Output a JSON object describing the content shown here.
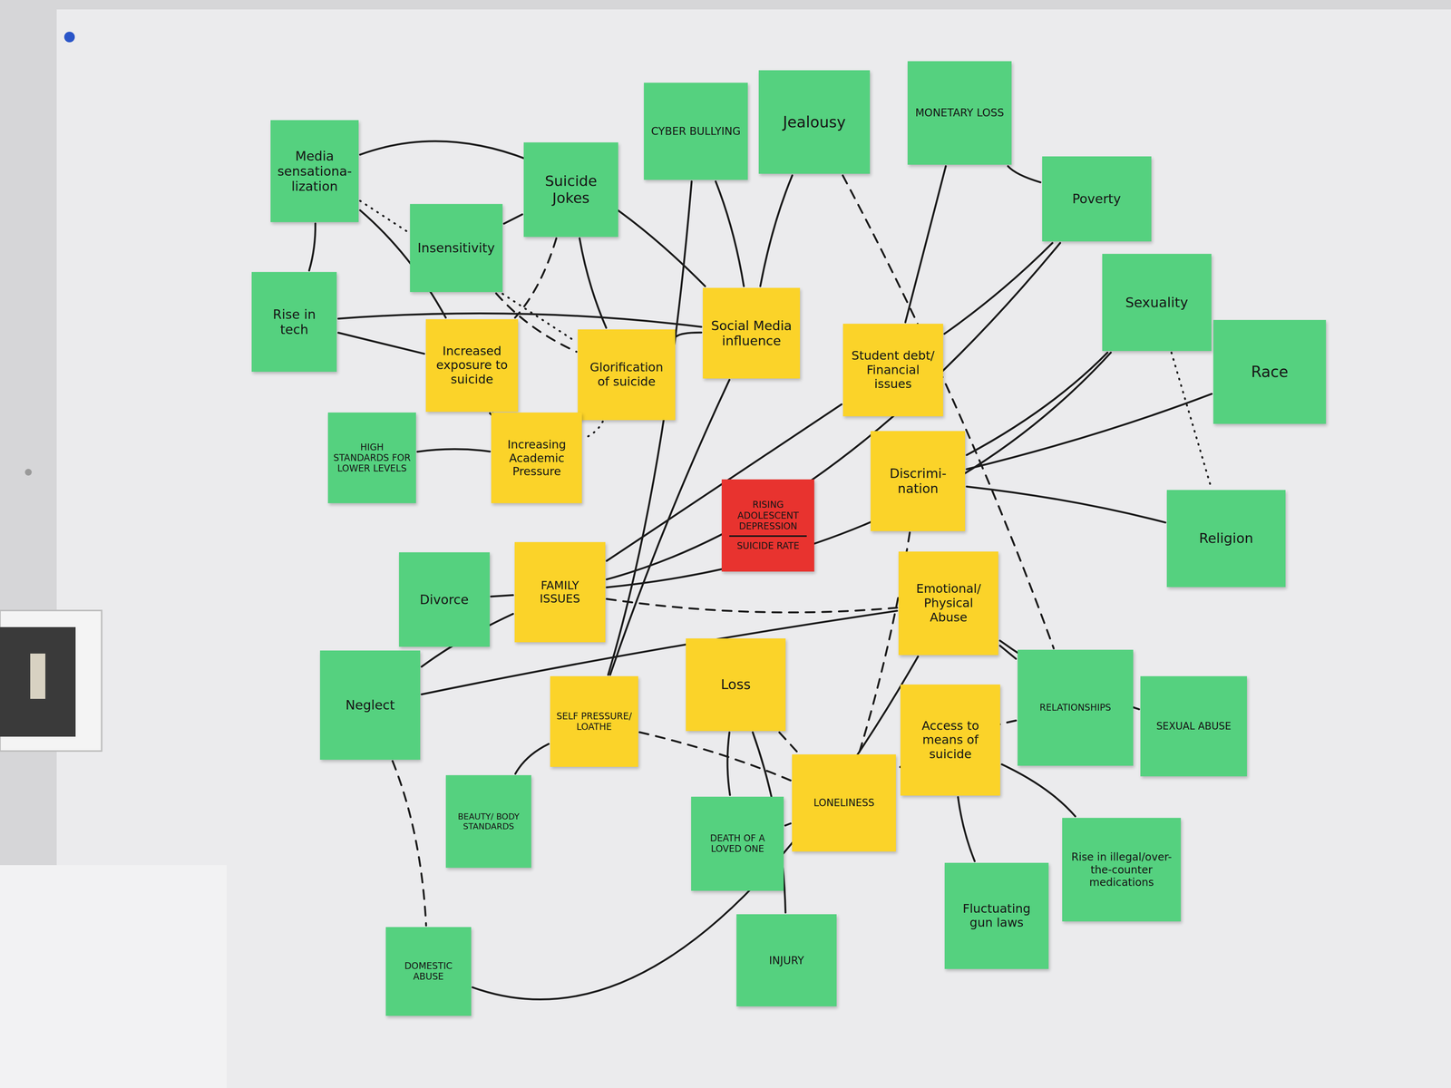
{
  "diagram": {
    "nodes": [
      {
        "text": [
          "Media sensationa- lization"
        ]
      },
      {
        "text": [
          "CYBER BULLYING"
        ]
      },
      {
        "text": [
          "Jealousy"
        ]
      },
      {
        "text": [
          "MONETARY LOSS"
        ]
      },
      {
        "text": [
          "Suicide Jokes"
        ]
      },
      {
        "text": [
          "Poverty"
        ]
      },
      {
        "text": [
          "Insensitivity"
        ]
      },
      {
        "text": [
          "Sexuality"
        ]
      },
      {
        "text": [
          "Rise in tech"
        ]
      },
      {
        "text": [
          "Social Media influence"
        ]
      },
      {
        "text": [
          "Increased exposure to suicide"
        ]
      },
      {
        "text": [
          "Student debt/ Financial issues"
        ]
      },
      {
        "text": [
          "Race"
        ]
      },
      {
        "text": [
          "Glorification of suicide"
        ]
      },
      {
        "text": [
          "HIGH STANDARDS FOR LOWER LEVELS"
        ]
      },
      {
        "text": [
          "Increasing Academic Pressure"
        ]
      },
      {
        "text": [
          "Discrimi- nation"
        ]
      },
      {
        "text": [
          "RISING ADOLESCENT DEPRESSION",
          "SUICIDE RATE"
        ]
      },
      {
        "text": [
          "Religion"
        ]
      },
      {
        "text": [
          "FAMILY ISSUES"
        ]
      },
      {
        "text": [
          "Divorce"
        ]
      },
      {
        "text": [
          "Emotional/ Physical Abuse"
        ]
      },
      {
        "text": [
          "Loss"
        ]
      },
      {
        "text": [
          "Neglect"
        ]
      },
      {
        "text": [
          "RELATIONSHIPS"
        ]
      },
      {
        "text": [
          "SELF PRESSURE/ LOATHE"
        ]
      },
      {
        "text": [
          "SEXUAL ABUSE"
        ]
      },
      {
        "text": [
          "Access to means of suicide"
        ]
      },
      {
        "text": [
          "LONELINESS"
        ]
      },
      {
        "text": [
          "BEAUTY/ BODY STANDARDS"
        ]
      },
      {
        "text": [
          "DEATH OF A LOVED ONE"
        ]
      },
      {
        "text": [
          "Rise in illegal/over-the-counter medications"
        ]
      },
      {
        "text": [
          "Fluctuating gun laws"
        ]
      },
      {
        "text": [
          "INJURY"
        ]
      },
      {
        "text": [
          "DOMESTIC ABUSE"
        ]
      }
    ],
    "edges": [
      {
        "from": 0,
        "to": 10,
        "arrow": "none"
      },
      {
        "from": 0,
        "to": 13,
        "arrow": "none"
      },
      {
        "from": 0,
        "to": 9,
        "arrow": "none"
      },
      {
        "from": 0,
        "to": 8,
        "arrow": "none"
      },
      {
        "from": 4,
        "to": 13,
        "arrow": "none"
      },
      {
        "from": 4,
        "to": 10,
        "arrow": "none"
      },
      {
        "from": 6,
        "to": 4,
        "arrow": "none"
      },
      {
        "from": 6,
        "to": 13,
        "arrow": "none"
      },
      {
        "from": 1,
        "to": 9,
        "arrow": "none"
      },
      {
        "from": 2,
        "to": 9,
        "arrow": "none"
      },
      {
        "from": 2,
        "to": 24,
        "arrow": "none"
      },
      {
        "from": 3,
        "to": 11,
        "arrow": "none"
      },
      {
        "from": 3,
        "to": 5,
        "arrow": "none"
      },
      {
        "from": 5,
        "to": 11,
        "arrow": "none"
      },
      {
        "from": 5,
        "to": 19,
        "arrow": "none"
      },
      {
        "from": 7,
        "to": 16,
        "arrow": "none"
      },
      {
        "from": 7,
        "to": 18,
        "arrow": "none"
      },
      {
        "from": 7,
        "to": 19,
        "arrow": "none"
      },
      {
        "from": 12,
        "to": 16,
        "arrow": "none"
      },
      {
        "from": 18,
        "to": 16,
        "arrow": "none"
      },
      {
        "from": 8,
        "to": 9,
        "arrow": "none"
      },
      {
        "from": 8,
        "to": 10,
        "arrow": "none"
      },
      {
        "from": 9,
        "to": 13,
        "arrow": "none"
      },
      {
        "from": 14,
        "to": 15,
        "arrow": "none"
      },
      {
        "from": 10,
        "to": 15,
        "arrow": "none"
      },
      {
        "from": 13,
        "to": 15,
        "arrow": "none"
      },
      {
        "from": 19,
        "to": 20,
        "arrow": "none"
      },
      {
        "from": 19,
        "to": 21,
        "arrow": "none"
      },
      {
        "from": 23,
        "to": 19,
        "arrow": "none"
      },
      {
        "from": 23,
        "to": 21,
        "arrow": "none"
      },
      {
        "from": 23,
        "to": 34,
        "arrow": "none"
      },
      {
        "from": 21,
        "to": 24,
        "arrow": "none"
      },
      {
        "from": 21,
        "to": 26,
        "arrow": "none"
      },
      {
        "from": 34,
        "to": 21,
        "arrow": "none"
      },
      {
        "from": 22,
        "to": 30,
        "arrow": "none"
      },
      {
        "from": 22,
        "to": 33,
        "arrow": "none"
      },
      {
        "from": 22,
        "to": 28,
        "arrow": "none"
      },
      {
        "from": 25,
        "to": 29,
        "arrow": "none"
      },
      {
        "from": 25,
        "to": 28,
        "arrow": "none"
      },
      {
        "from": 27,
        "to": 32,
        "arrow": "none"
      },
      {
        "from": 27,
        "to": 31,
        "arrow": "none"
      },
      {
        "from": 28,
        "to": 30,
        "arrow": "none"
      },
      {
        "from": 24,
        "to": 28,
        "arrow": "none"
      },
      {
        "from": 16,
        "to": 28,
        "arrow": "none"
      },
      {
        "from": 9,
        "to": 25,
        "arrow": "none"
      },
      {
        "from": 1,
        "to": 25,
        "arrow": "none"
      },
      {
        "from": 11,
        "to": 19,
        "arrow": "none"
      }
    ]
  }
}
